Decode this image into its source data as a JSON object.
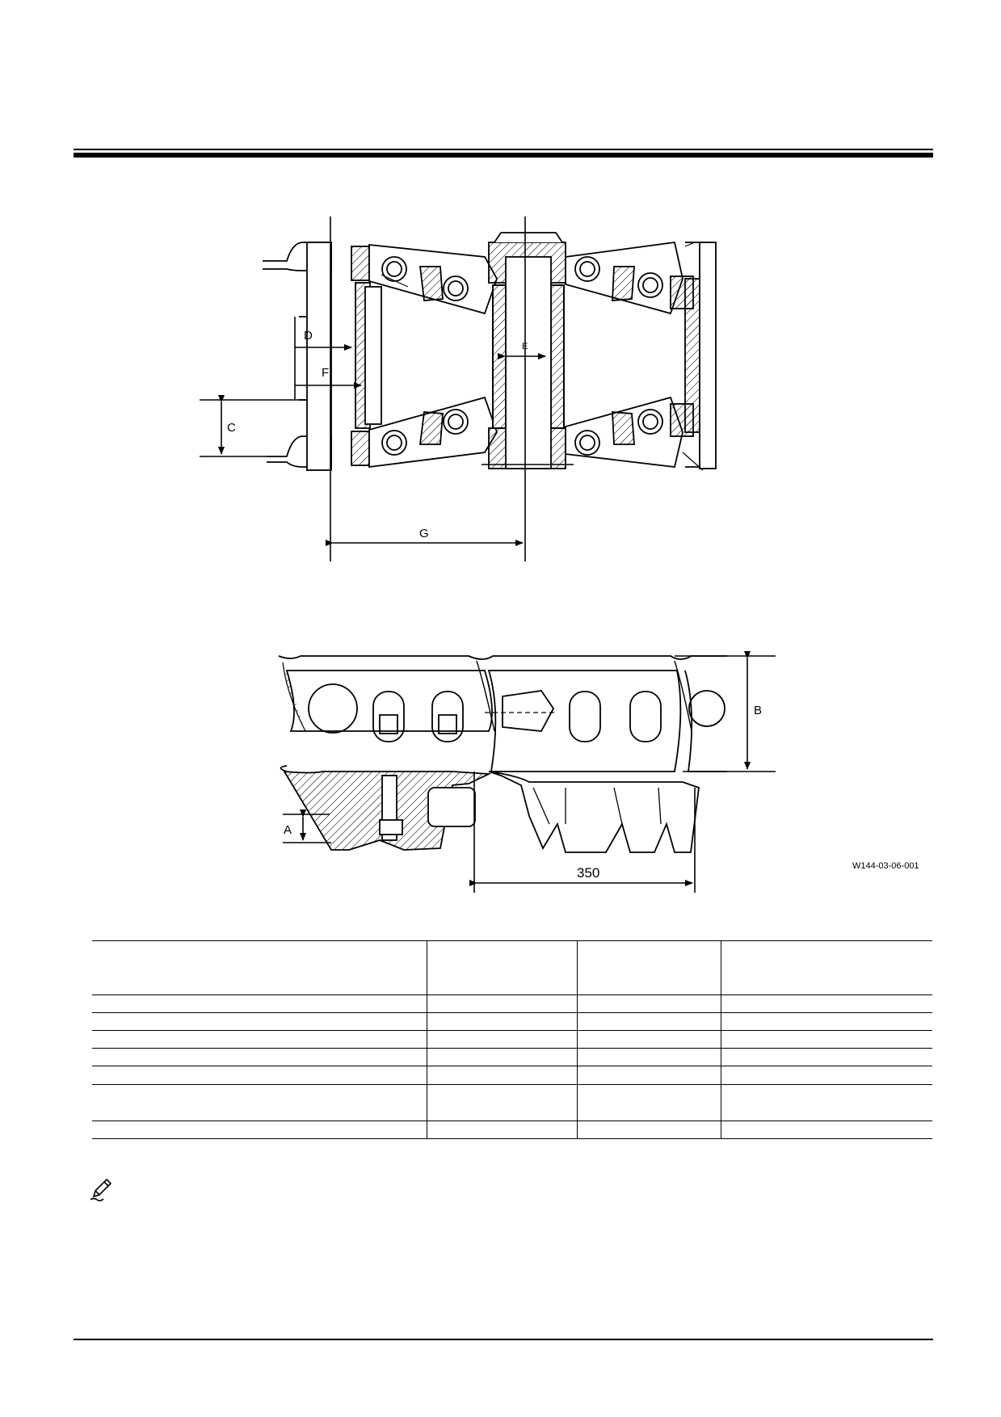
{
  "figure": {
    "top_view_labels": {
      "C": "C",
      "D": "D",
      "E": "E",
      "F": "F",
      "G": "G"
    },
    "side_view_labels": {
      "A": "A",
      "B": "B",
      "pitch": "350"
    },
    "figure_code": "W144-03-06-001"
  },
  "table": {
    "rows": [
      [
        "",
        "",
        "",
        ""
      ],
      [
        "",
        "",
        "",
        ""
      ],
      [
        "",
        "",
        "",
        ""
      ],
      [
        "",
        "",
        "",
        ""
      ],
      [
        "",
        "",
        "",
        ""
      ],
      [
        "",
        "",
        "",
        ""
      ],
      [
        "",
        "",
        "",
        ""
      ],
      [
        "",
        "",
        "",
        ""
      ]
    ]
  },
  "note": {
    "icon": "pencil-note-icon"
  }
}
